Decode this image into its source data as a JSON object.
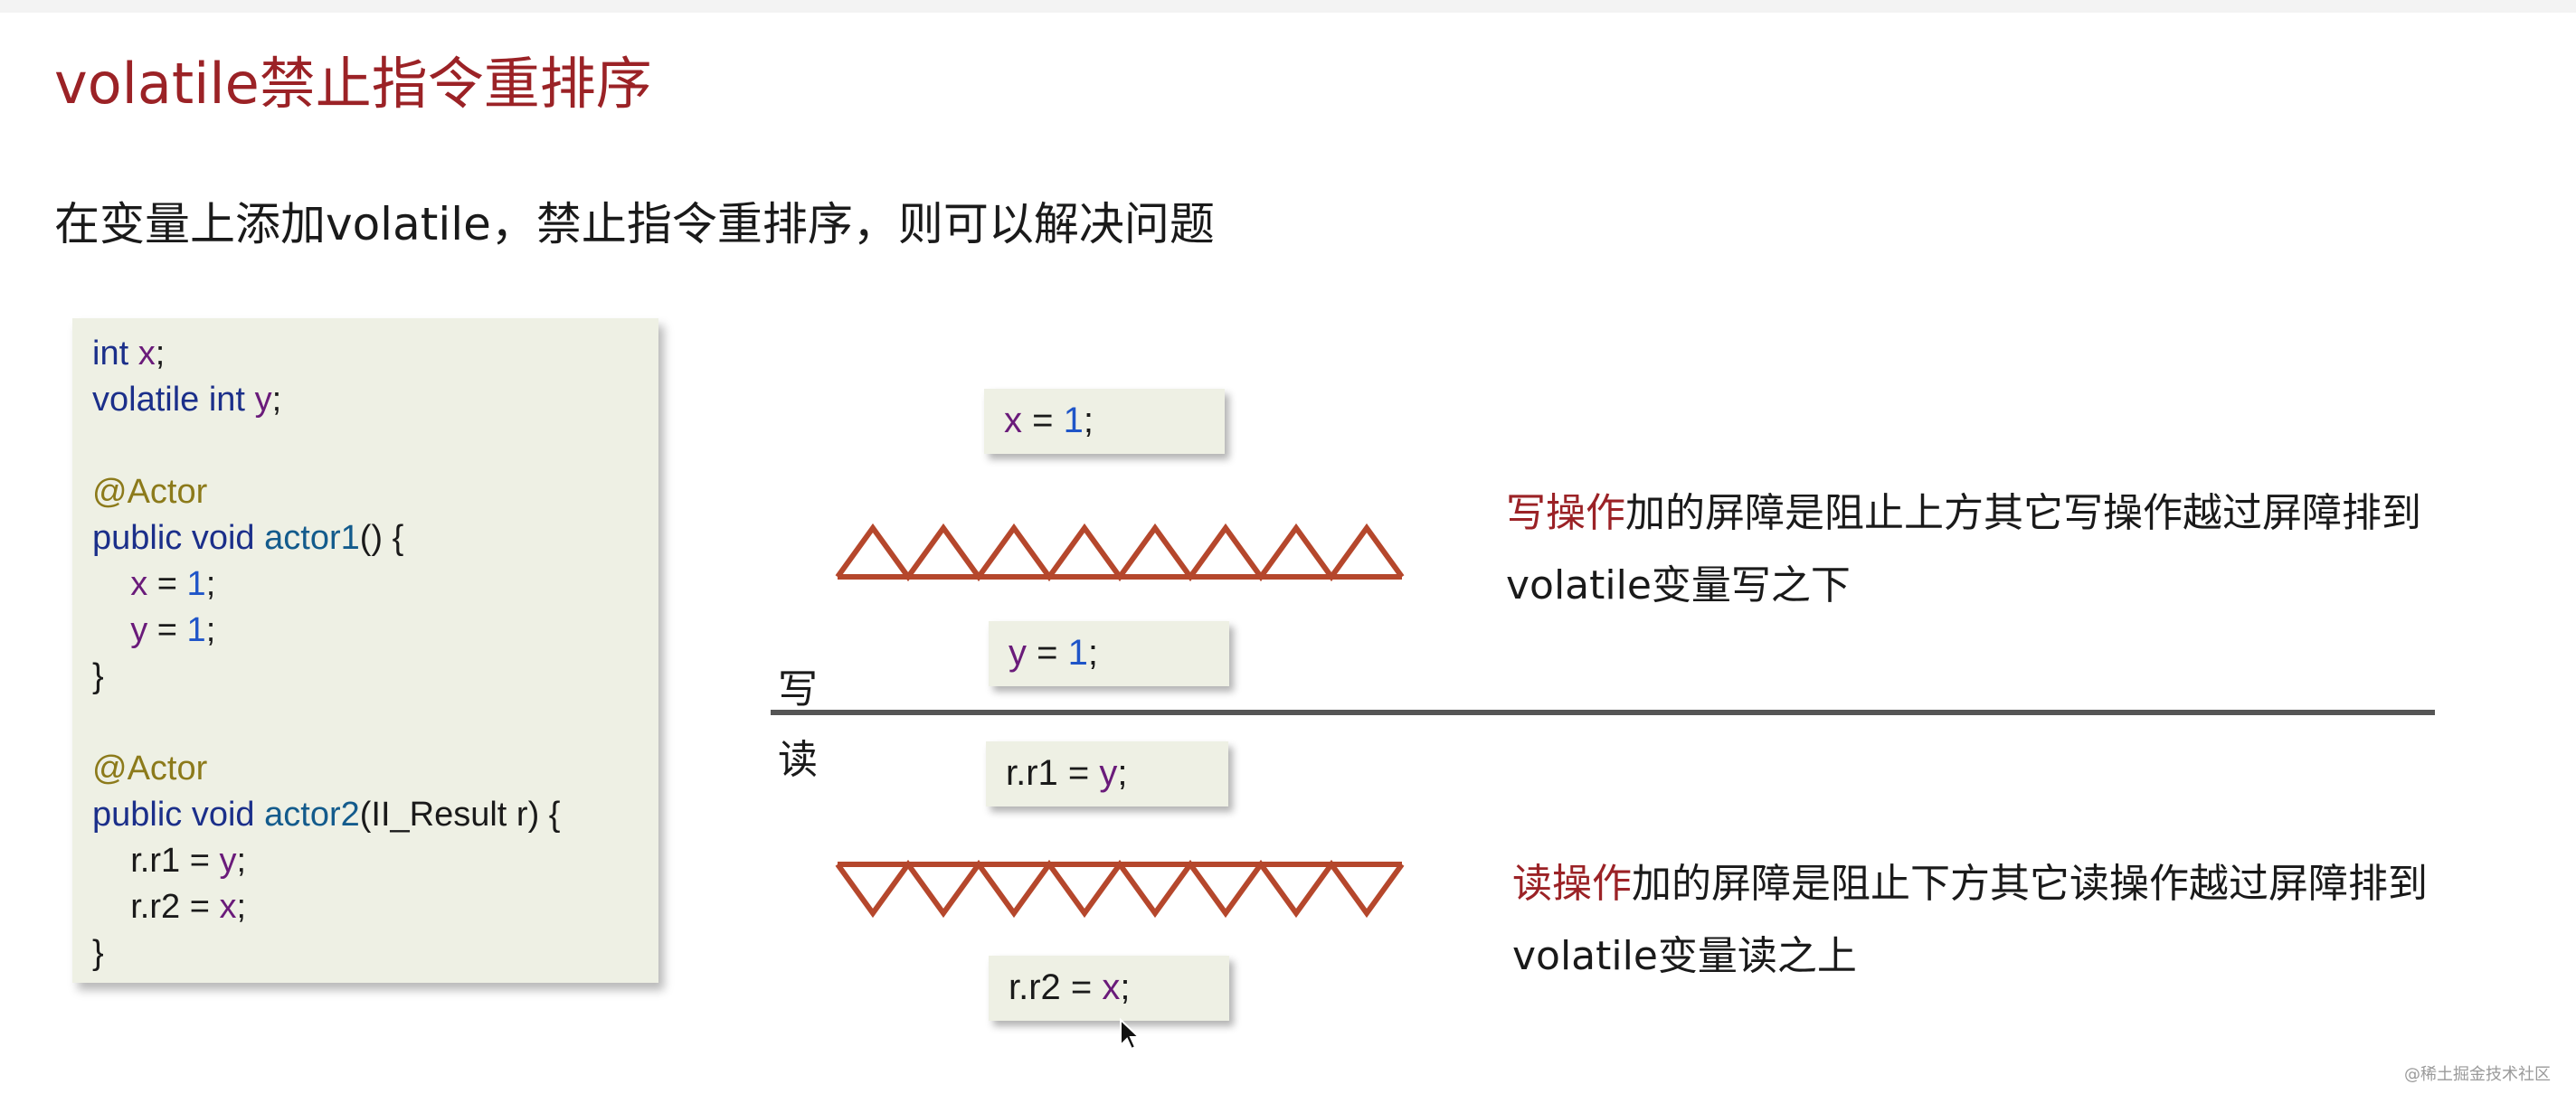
{
  "slide": {
    "title": "volatile禁止指令重排序",
    "subtitle": "在变量上添加volatile，禁止指令重排序，则可以解决问题"
  },
  "code": {
    "l1": {
      "kw": "int",
      "sp": " ",
      "var": "x",
      "end": ";"
    },
    "l2": {
      "kw1": "volatile",
      "sp1": " ",
      "kw2": "int",
      "sp2": " ",
      "var": "y",
      "end": ";"
    },
    "l4": {
      "anno": "@Actor"
    },
    "l5": {
      "kw": "public void",
      "sp": " ",
      "fn": "actor1",
      "end": "() {"
    },
    "l6": {
      "indent": "    ",
      "var": "x",
      "eq": " = ",
      "num": "1",
      "end": ";"
    },
    "l7": {
      "indent": "    ",
      "var": "y",
      "eq": " = ",
      "num": "1",
      "end": ";"
    },
    "l8": {
      "text": "}"
    },
    "l10": {
      "anno": "@Actor"
    },
    "l11": {
      "kw": "public void",
      "sp": " ",
      "fn": "actor2",
      "end": "(II_Result r) {"
    },
    "l12": {
      "indent": "    ",
      "obj": "r.r1",
      "eq": " = ",
      "var": "y",
      "end": ";"
    },
    "l13": {
      "indent": "    ",
      "obj": "r.r2",
      "eq": " = ",
      "var": "x",
      "end": ";"
    },
    "l14": {
      "text": "}"
    }
  },
  "diagram": {
    "write_label": "写",
    "read_label": "读",
    "s1": {
      "var": "x",
      "eq": " = ",
      "num": "1",
      "end": ";"
    },
    "s2": {
      "var": "y",
      "eq": " = ",
      "num": "1",
      "end": ";"
    },
    "s3": {
      "obj": "r.r1",
      "eq": " = ",
      "var": "y",
      "end": ";"
    },
    "s4": {
      "obj": "r.r2",
      "eq": " = ",
      "var": "x",
      "end": ";"
    },
    "barrier_color": "#b5472c"
  },
  "notes": {
    "write": {
      "hl": "写操作",
      "rest": "加的屏障是阻止上方其它写操作越过屏障排到volatile变量写之下"
    },
    "read": {
      "hl": "读操作",
      "rest": "加的屏障是阻止下方其它读操作越过屏障排到volatile变量读之上"
    }
  },
  "watermark": "@稀土掘金技术社区",
  "colors": {
    "title": "#9b2226",
    "keyword": "#1b2f8a",
    "variable": "#6a1b7a",
    "number": "#1f55c8",
    "annotation": "#8c7a1a",
    "code_bg": "#eef0e4"
  }
}
